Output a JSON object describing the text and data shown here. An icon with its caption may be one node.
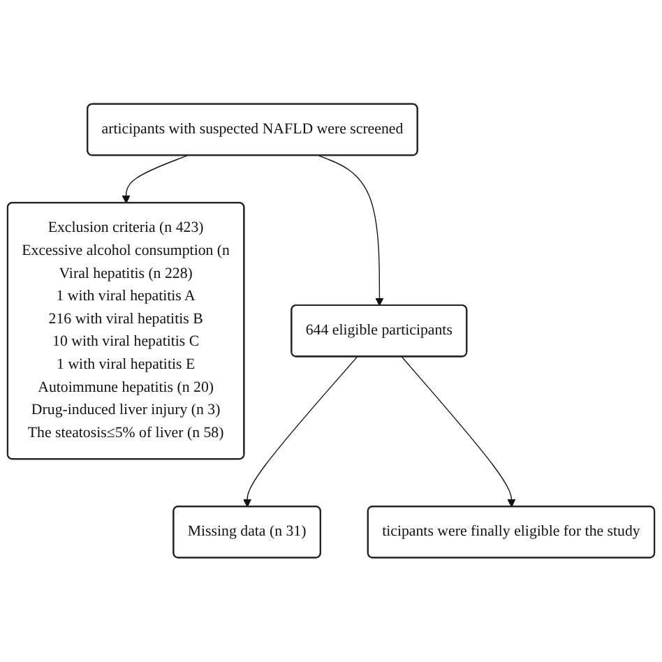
{
  "diagram": {
    "nodes": [
      {
        "text": [
          "articipants with suspected NAFLD were screened"
        ]
      },
      {
        "text": [
          "Exclusion criteria (n 423)",
          "Excessive alcohol consumption (n",
          "Viral hepatitis (n 228)",
          "1 with viral hepatitis A",
          "216 with viral hepatitis B",
          "10 with viral hepatitis C",
          "1 with viral hepatitis E",
          "Autoimmune hepatitis (n 20)",
          "Drug-induced liver injury (n 3)",
          "The steatosis≤5% of liver (n 58)"
        ]
      },
      {
        "text": [
          "644 eligible participants"
        ]
      },
      {
        "text": [
          "Missing data (n 31)"
        ]
      },
      {
        "text": [
          "ticipants were finally eligible for the study"
        ]
      }
    ],
    "edges": [
      {
        "from": 0,
        "to": 1,
        "arrow": "to"
      },
      {
        "from": 0,
        "to": 2,
        "arrow": "to"
      },
      {
        "from": 2,
        "to": 3,
        "arrow": "to"
      },
      {
        "from": 2,
        "to": 4,
        "arrow": "to"
      }
    ]
  }
}
